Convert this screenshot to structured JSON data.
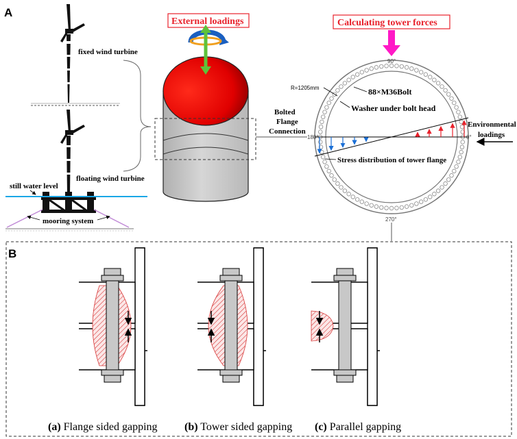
{
  "panels": {
    "a": "A",
    "b": "B"
  },
  "turbines": {
    "fixed": "fixed wind turbine",
    "floating": "floating wind turbine",
    "water": "still water level",
    "mooring": "mooring system"
  },
  "tower": {
    "external_loadings": "External loadings",
    "bolted_line1": "Bolted",
    "bolted_line2": "Flange",
    "bolted_line3": "Connection"
  },
  "flange": {
    "calculating": "Calculating tower forces",
    "radius": "R=1205mm",
    "bolts": "88×M36Bolt",
    "washer": "Washer under bolt head",
    "env_line1": "Environmental",
    "env_line2": "loadings",
    "stress": "Stress distribution of tower flange",
    "angles": {
      "a90": "90°",
      "a180": "180°",
      "a0": "0°",
      "a270": "270°"
    }
  },
  "captions": [
    {
      "tag": "(a)",
      "text": " Flange sided gapping"
    },
    {
      "tag": "(b)",
      "text": " Tower sided gapping"
    },
    {
      "tag": "(c)",
      "text": " Parallel gapping"
    }
  ],
  "colors": {
    "red_label": "#e8212b",
    "magenta_arrow": "#ff19c6",
    "water_line": "#19a6e6",
    "mooring_line": "#c089d6",
    "stress_red": "#e8212b",
    "stress_blue": "#1a6fd6",
    "gray_body": "#c8c8c8"
  }
}
